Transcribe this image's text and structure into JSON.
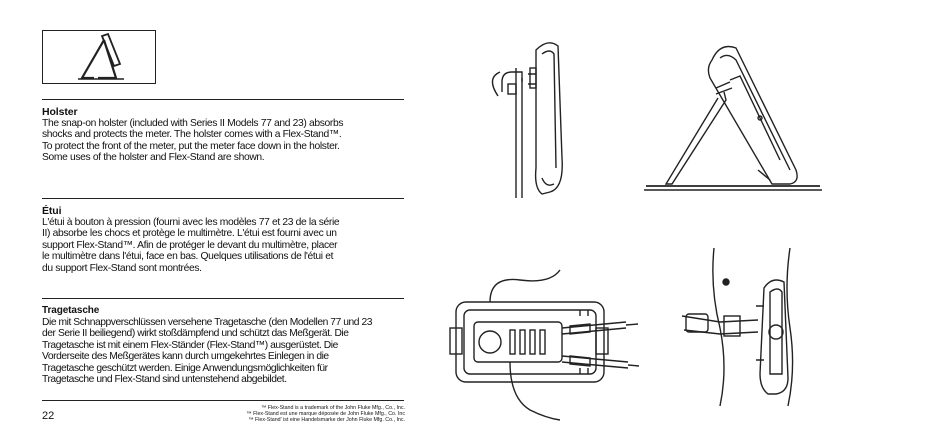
{
  "holster": {
    "heading": "Holster",
    "lines": [
      "The snap-on holster (included with Series II Models 77 and 23) absorbs",
      "shocks and protects the meter. The holster comes with a Flex-Stand™.",
      "To protect the front of the meter, put the meter face down in the holster.",
      "Some uses of the holster and Flex-Stand are shown."
    ]
  },
  "etui": {
    "heading": "Étui",
    "lines": [
      "L'étui à bouton à pression (fourni avec les modèles 77 et 23 de la série",
      "II) absorbe les chocs et protège le multimètre. L'étui est fourni avec un",
      "support Flex-Stand™. Afin de protéger le devant du multimètre, placer",
      "le multimètre dans l'étui, face en bas. Quelques utilisations de l'étui et",
      "du support Flex-Stand sont montrées."
    ]
  },
  "tragetasche": {
    "heading": "Tragetasche",
    "lines": [
      "Die mit Schnappverschlüssen versehene Tragetasche (den Modellen 77 und 23",
      "der Serie II beiliegend) wirkt stoßdämpfend und schützt das Meßgerät. Die",
      "Tragetasche ist mit einem Flex-Ständer (Flex-Stand™) ausgerüstet. Die",
      "Vorderseite des Meßgerätes kann durch umgekehrtes Einlegen in die",
      "Tragetasche geschützt werden. Einige Anwendungsmöglichkeiten für",
      "Tragetasche und Flex-Stand sind untenstehend abgebildet."
    ]
  },
  "footer": {
    "page_number": "22",
    "trademarks": [
      "™ Flex-Stand is a trademark of the John Fluke Mfg., Co., Inc.",
      "™ Flex-Stand est une marque déposée de John Fluke Mfg., Co. Inc",
      "™ Flex-Stand' ist eine Handelsmarke der John Fluke Mfg. Co., Inc."
    ]
  },
  "icons": [
    "flex-stand-icon",
    "belt-clip-illustration",
    "tilt-stand-illustration",
    "strap-hang-illustration",
    "leg-strap-illustration"
  ]
}
